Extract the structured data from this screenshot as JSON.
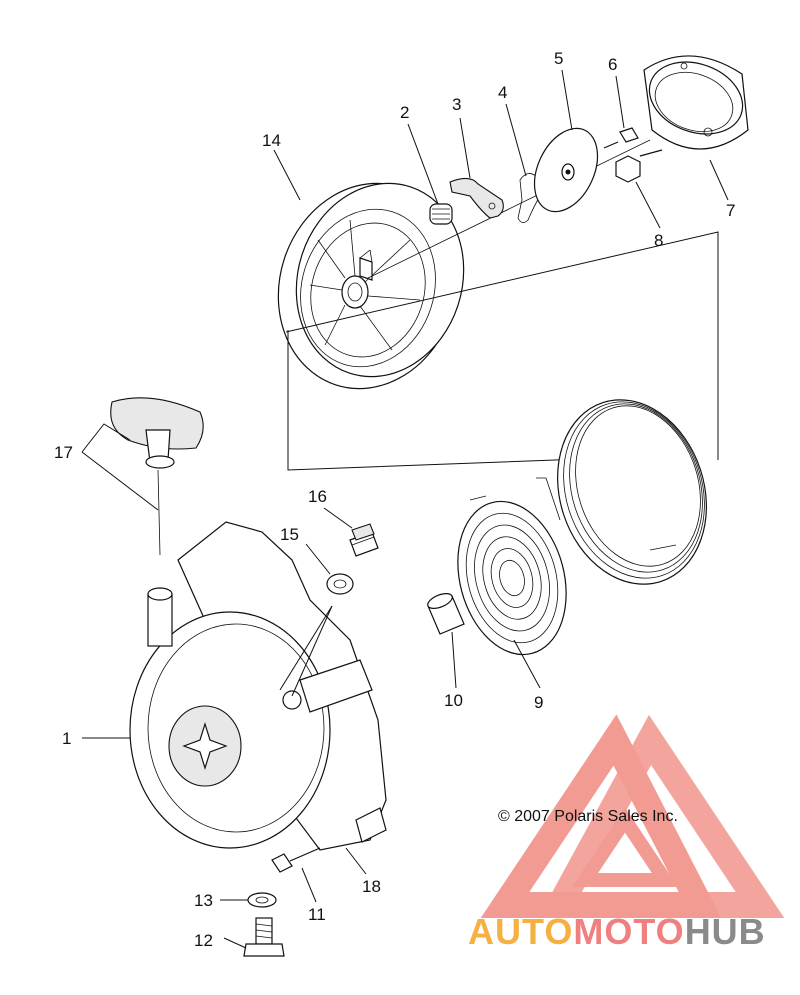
{
  "diagram": {
    "copyright": "© 2007 Polaris Sales Inc.",
    "callouts": [
      {
        "id": "1",
        "label": "1"
      },
      {
        "id": "2",
        "label": "2"
      },
      {
        "id": "3",
        "label": "3"
      },
      {
        "id": "4",
        "label": "4"
      },
      {
        "id": "5",
        "label": "5"
      },
      {
        "id": "6",
        "label": "6"
      },
      {
        "id": "7",
        "label": "7"
      },
      {
        "id": "8",
        "label": "8"
      },
      {
        "id": "9",
        "label": "9"
      },
      {
        "id": "10",
        "label": "10"
      },
      {
        "id": "11",
        "label": "11"
      },
      {
        "id": "12",
        "label": "12"
      },
      {
        "id": "13",
        "label": "13"
      },
      {
        "id": "14",
        "label": "14"
      },
      {
        "id": "15",
        "label": "15"
      },
      {
        "id": "16",
        "label": "16"
      },
      {
        "id": "17",
        "label": "17"
      },
      {
        "id": "18",
        "label": "18"
      }
    ]
  },
  "watermark": {
    "part1": "AUTO",
    "part2": "MOTO",
    "part3": "HUB",
    "colors": {
      "orange": "#f5b041",
      "red": "#f08080",
      "gray": "#8a8a8a"
    }
  }
}
